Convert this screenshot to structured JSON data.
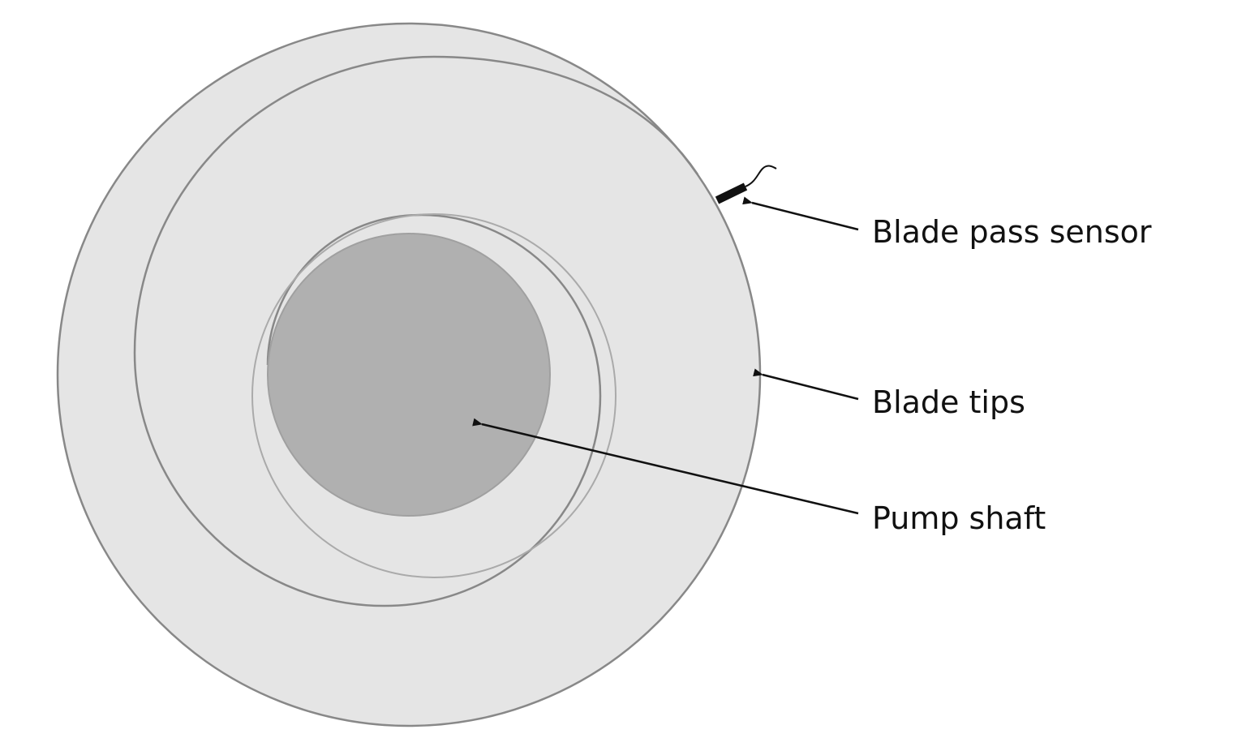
{
  "diagram": {
    "labels": {
      "blade_pass_sensor": "Blade pass sensor",
      "blade_tips": "Blade tips",
      "pump_shaft": "Pump shaft"
    },
    "colors": {
      "background": "#ffffff",
      "outer_disc_fill": "#e5e5e5",
      "outline": "#888888",
      "shaft_fill": "#b0b0b0",
      "sensor": "#111111",
      "arrow": "#111111"
    }
  }
}
